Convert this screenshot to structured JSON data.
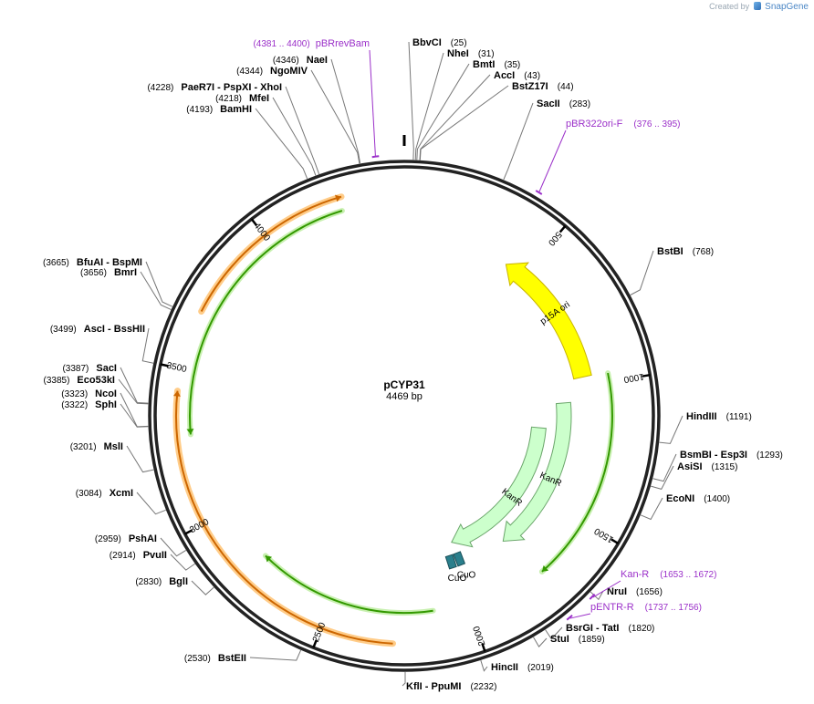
{
  "credit": {
    "prefix": "Created by",
    "brand": "SnapGene"
  },
  "plasmid": {
    "name": "pCYP31",
    "length_text": "4469 bp",
    "length": 4469
  },
  "colors": {
    "backbone": "#222222",
    "origin": "#ffff00",
    "origin_stroke": "#c9b400",
    "kanr_fill": "#ccffcc",
    "kanr_stroke": "#6aa56a",
    "orf_green": "#339900",
    "orf_orange": "#cc6600",
    "orf_orange_glow": "#ffcc88",
    "operator": "#2a7f8c",
    "primer": "#9b30c9",
    "leader": "#777777"
  },
  "ticks": [
    {
      "pos": 500,
      "label": "500"
    },
    {
      "pos": 1000,
      "label": "1000"
    },
    {
      "pos": 1500,
      "label": "1500"
    },
    {
      "pos": 2000,
      "label": "2000"
    },
    {
      "pos": 2500,
      "label": "2500"
    },
    {
      "pos": 3000,
      "label": "3000"
    },
    {
      "pos": 3500,
      "label": "3500"
    },
    {
      "pos": 4000,
      "label": "4000"
    }
  ],
  "enzymes": [
    {
      "pos": 25,
      "name": "BbvCI",
      "num": "(25)"
    },
    {
      "pos": 31,
      "name": "NheI",
      "num": "(31)"
    },
    {
      "pos": 35,
      "name": "BmtI",
      "num": "(35)"
    },
    {
      "pos": 43,
      "name": "AccI",
      "num": "(43)"
    },
    {
      "pos": 44,
      "name": "BstZ17I",
      "num": "(44)"
    },
    {
      "pos": 283,
      "name": "SacII",
      "num": "(283)"
    },
    {
      "pos": 768,
      "name": "BstBI",
      "num": "(768)"
    },
    {
      "pos": 1191,
      "name": "HindIII",
      "num": "(1191)"
    },
    {
      "pos": 1293,
      "name": "BsmBI - Esp3I",
      "num": "(1293)"
    },
    {
      "pos": 1315,
      "name": "AsiSI",
      "num": "(1315)"
    },
    {
      "pos": 1400,
      "name": "EcoNI",
      "num": "(1400)"
    },
    {
      "pos": 1656,
      "name": "NruI",
      "num": "(1656)"
    },
    {
      "pos": 1820,
      "name": "BsrGI - TatI",
      "num": "(1820)"
    },
    {
      "pos": 1859,
      "name": "StuI",
      "num": "(1859)"
    },
    {
      "pos": 2019,
      "name": "HincII",
      "num": "(2019)"
    },
    {
      "pos": 2232,
      "name": "KflI - PpuMI",
      "num": "(2232)"
    },
    {
      "pos": 2530,
      "name": "BstEII",
      "num": "(2530)"
    },
    {
      "pos": 2830,
      "name": "BglI",
      "num": "(2830)"
    },
    {
      "pos": 2914,
      "name": "PvuII",
      "num": "(2914)"
    },
    {
      "pos": 2959,
      "name": "PshAI",
      "num": "(2959)"
    },
    {
      "pos": 3084,
      "name": "XcmI",
      "num": "(3084)"
    },
    {
      "pos": 3201,
      "name": "MslI",
      "num": "(3201)"
    },
    {
      "pos": 3322,
      "name": "SphI",
      "num": "(3322)"
    },
    {
      "pos": 3323,
      "name": "NcoI",
      "num": "(3323)"
    },
    {
      "pos": 3385,
      "name": "Eco53kI",
      "num": "(3385)"
    },
    {
      "pos": 3387,
      "name": "SacI",
      "num": "(3387)"
    },
    {
      "pos": 3499,
      "name": "AscI - BssHII",
      "num": "(3499)"
    },
    {
      "pos": 3656,
      "name": "BmrI",
      "num": "(3656)"
    },
    {
      "pos": 3665,
      "name": "BfuAI - BspMI",
      "num": "(3665)"
    },
    {
      "pos": 4193,
      "name": "BamHI",
      "num": "(4193)"
    },
    {
      "pos": 4218,
      "name": "MfeI",
      "num": "(4218)"
    },
    {
      "pos": 4228,
      "name": "PaeR7I - PspXI - XhoI",
      "num": "(4228)"
    },
    {
      "pos": 4344,
      "name": "NgoMIV",
      "num": "(4344)"
    },
    {
      "pos": 4346,
      "name": "NaeI",
      "num": "(4346)"
    }
  ],
  "primers": [
    {
      "name": "pBRrevBam",
      "range": "(4381 .. 4400)",
      "start": 4381,
      "end": 4400
    },
    {
      "name": "pBR322ori-F",
      "range": "(376 .. 395)",
      "start": 376,
      "end": 395
    },
    {
      "name": "Kan-R",
      "range": "(1653 .. 1672)",
      "start": 1653,
      "end": 1672
    },
    {
      "name": "pENTR-R",
      "range": "(1737 .. 1756)",
      "start": 1737,
      "end": 1756
    }
  ],
  "features": [
    {
      "name": "p15A ori",
      "start": 420,
      "end": 965,
      "strand": -1,
      "kind": "origin",
      "label": "p15A ori"
    },
    {
      "name": "KanR",
      "start": 1180,
      "end": 1980,
      "strand": 1,
      "kind": "gene",
      "label": "KanR"
    },
    {
      "name": "KanR",
      "start": 1060,
      "end": 1760,
      "strand": 1,
      "kind": "gene",
      "label": "KanR"
    },
    {
      "name": "CuO",
      "start": 1965,
      "end": 1983,
      "kind": "operator",
      "label": "CuO"
    },
    {
      "name": "CuO",
      "start": 2005,
      "end": 2023,
      "kind": "operator",
      "label": "CuO"
    }
  ],
  "orfs": [
    {
      "start": 970,
      "end": 1720,
      "strand": 1,
      "color": "green"
    },
    {
      "start": 2130,
      "end": 2790,
      "strand": 1,
      "color": "green"
    },
    {
      "start": 2270,
      "end": 3430,
      "strand": 1,
      "color": "orange"
    },
    {
      "start": 3290,
      "end": 4260,
      "strand": -1,
      "color": "green"
    },
    {
      "start": 3690,
      "end": 4270,
      "strand": 1,
      "color": "orange"
    }
  ]
}
